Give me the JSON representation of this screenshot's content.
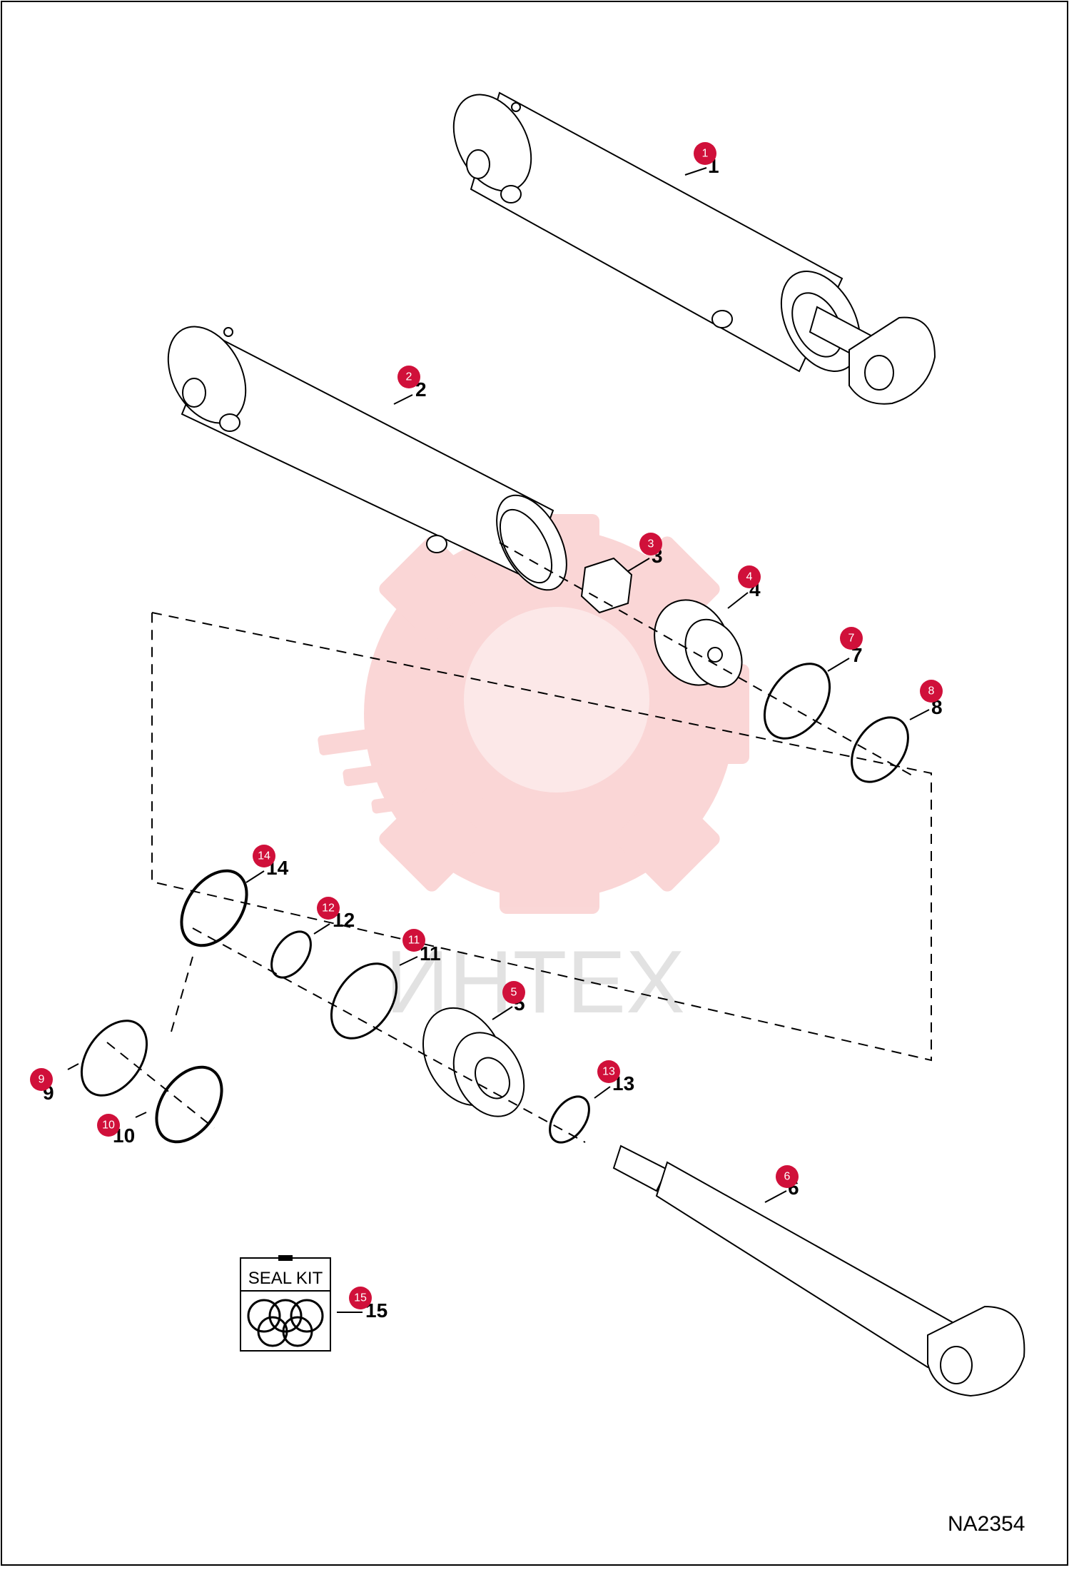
{
  "watermark": {
    "text": "ИНТЕХ",
    "color": "#f28b8b"
  },
  "badge_color": "#d0103a",
  "seal_kit": {
    "label": "SEAL KIT"
  },
  "drawing_id": "NA2354",
  "parts": [
    {
      "number": "1",
      "label": "1"
    },
    {
      "number": "2",
      "label": "2"
    },
    {
      "number": "3",
      "label": "3"
    },
    {
      "number": "4",
      "label": "4"
    },
    {
      "number": "5",
      "label": "5"
    },
    {
      "number": "6",
      "label": "6"
    },
    {
      "number": "7",
      "label": "7"
    },
    {
      "number": "8",
      "label": "8"
    },
    {
      "number": "9",
      "label": "9"
    },
    {
      "number": "10",
      "label": "10"
    },
    {
      "number": "11",
      "label": "11"
    },
    {
      "number": "12",
      "label": "12"
    },
    {
      "number": "13",
      "label": "13"
    },
    {
      "number": "14",
      "label": "14"
    },
    {
      "number": "15",
      "label": "15"
    }
  ]
}
